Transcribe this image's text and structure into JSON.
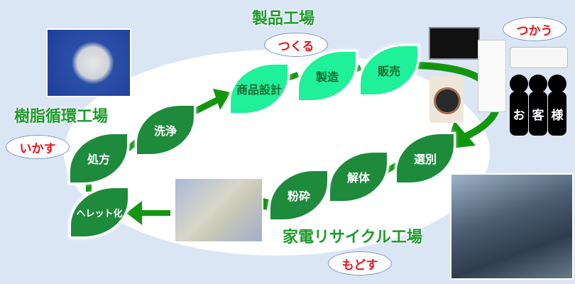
{
  "titles": {
    "product_factory": "製品工場",
    "resin_factory": "樹脂循環工場",
    "recycle_factory": "家電リサイクル工場"
  },
  "ovals": {
    "make": "つくる",
    "use": "つかう",
    "utilize": "いかす",
    "return": "もどす"
  },
  "leaves": {
    "design": "商品設計",
    "manufacture": "製造",
    "sales": "販売",
    "sort": "選別",
    "dismantle": "解体",
    "crush": "粉砕",
    "pellet": "ヘレット化",
    "formulate": "処方",
    "wash": "洗浄"
  },
  "customer": [
    "お",
    "客",
    "様"
  ],
  "colors": {
    "light_leaf": "#1ff09a",
    "dark_leaf": "#1e8a3c",
    "arrow": "#12960f",
    "title": "#1c9a2a",
    "oval_text": "#e8141b",
    "background": "#dbe6f5"
  }
}
